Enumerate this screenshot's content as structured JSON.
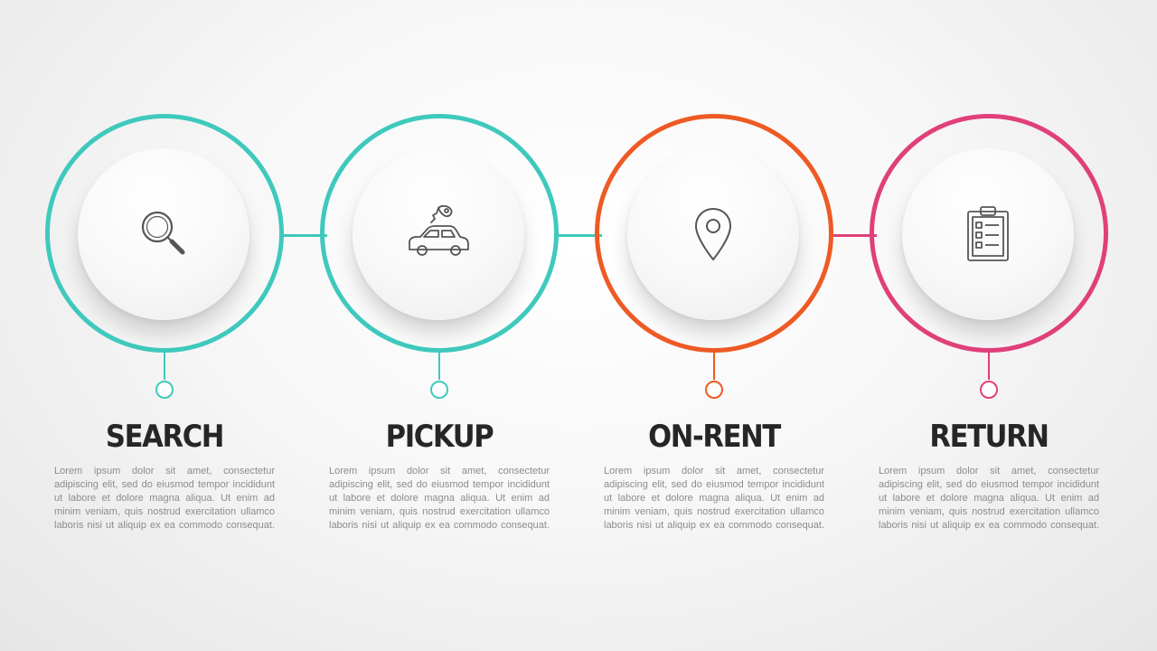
{
  "steps": [
    {
      "label": "SEARCH",
      "icon": "search-icon",
      "color": "#3fc9bd",
      "description": "Lorem ipsum dolor sit amet, consectetur adipiscing elit, sed do eiusmod tempor incididunt ut labore et dolore magna aliqua. Ut enim ad minim veniam, quis nostrud exercitation ullamco laboris nisi ut aliquip ex ea commodo consequat."
    },
    {
      "label": "PICKUP",
      "icon": "car-with-key-icon",
      "color": "#3fc9bd",
      "description": "Lorem ipsum dolor sit amet, consectetur adipiscing elit, sed do eiusmod tempor incididunt ut labore et dolore magna aliqua. Ut enim ad minim veniam, quis nostrud exercitation ullamco laboris nisi ut aliquip ex ea commodo consequat."
    },
    {
      "label": "ON-RENT",
      "icon": "location-pin-icon",
      "color": "#ee5a24",
      "description": "Lorem ipsum dolor sit amet, consectetur adipiscing elit, sed do eiusmod tempor incididunt ut labore et dolore magna aliqua. Ut enim ad minim veniam, quis nostrud exercitation ullamco laboris nisi ut aliquip ex ea commodo consequat."
    },
    {
      "label": "RETURN",
      "icon": "clipboard-icon",
      "color": "#e0407a",
      "description": "Lorem ipsum dolor sit amet, consectetur adipiscing elit, sed do eiusmod tempor incididunt ut labore et dolore magna aliqua. Ut enim ad minim veniam, quis nostrud exercitation ullamco laboris nisi ut aliquip ex ea commodo consequat."
    }
  ],
  "connector_colors": [
    "#3fc9bd",
    "#3fc9bd",
    "#e0407a"
  ]
}
